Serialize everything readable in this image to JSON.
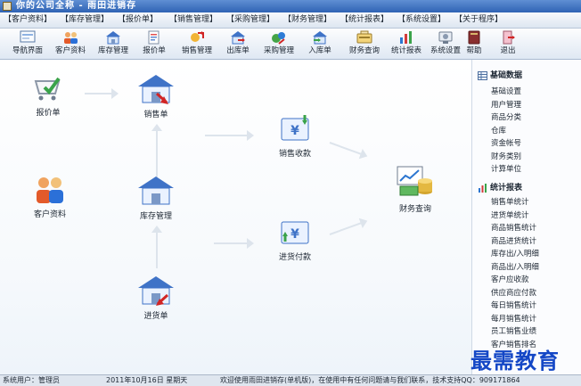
{
  "title": "你的公司全称 - 雨田进销存",
  "menu": [
    {
      "label": "【客户资料】"
    },
    {
      "label": "【库存管理】"
    },
    {
      "label": "【报价单】"
    },
    {
      "label": "【销售管理】"
    },
    {
      "label": "【采购管理】"
    },
    {
      "label": "【财务管理】"
    },
    {
      "label": "【统计报表】"
    },
    {
      "label": "【系统设置】"
    },
    {
      "label": "【关于程序】"
    }
  ],
  "toolbar": [
    {
      "label": "导航界面",
      "icon": "navigation-icon"
    },
    {
      "label": "客户资料",
      "icon": "customer-icon"
    },
    {
      "label": "库存管理",
      "icon": "inventory-icon"
    },
    {
      "label": "报价单",
      "icon": "quote-icon"
    },
    {
      "label": "销售管理",
      "icon": "sales-icon"
    },
    {
      "label": "出库单",
      "icon": "outbound-icon"
    },
    {
      "label": "采购管理",
      "icon": "purchase-icon"
    },
    {
      "label": "入库单",
      "icon": "inbound-icon"
    },
    {
      "label": "财务查询",
      "icon": "finance-icon"
    },
    {
      "label": "统计报表",
      "icon": "report-icon"
    },
    {
      "label": "系统设置",
      "icon": "settings-icon"
    },
    {
      "label": "帮助",
      "icon": "help-icon"
    },
    {
      "label": "退出",
      "icon": "exit-icon"
    }
  ],
  "flow": {
    "quote": "报价单",
    "sales_order": "销售单",
    "customer": "客户资料",
    "inventory": "库存管理",
    "purchase_order": "进货单",
    "sales_receipt": "销售收款",
    "purchase_payment": "进货付款",
    "finance": "财务查询"
  },
  "panel": {
    "basic_title": "基础数据",
    "basic_items": [
      "基础设置",
      "用户管理",
      "商品分类",
      "仓库",
      "资金帐号",
      "财务类别",
      "计算单位"
    ],
    "report_title": "统计报表",
    "report_items": [
      "销售单统计",
      "进货单统计",
      "商品销售统计",
      "商品进货统计",
      "库存出/入明细",
      "商品出/入明细",
      "客户应收款",
      "供应商应付款",
      "每日销售统计",
      "每月销售统计",
      "员工销售业绩",
      "客户销售排名"
    ]
  },
  "status": {
    "user": "系统用户：管理员",
    "date": "2011年10月16日 星期天",
    "message": "欢迎使用雨田进销存(单机版)，在使用中有任何问题请与我们联系，技术支持QQ：909171864"
  },
  "watermark": "最需教育",
  "colors": {
    "title_bar": "#2f63b4",
    "house_roof": "#3f73c7",
    "sales_arrow": "#d12525",
    "finance_green": "#3aa34a",
    "watermark": "#1447c6"
  }
}
